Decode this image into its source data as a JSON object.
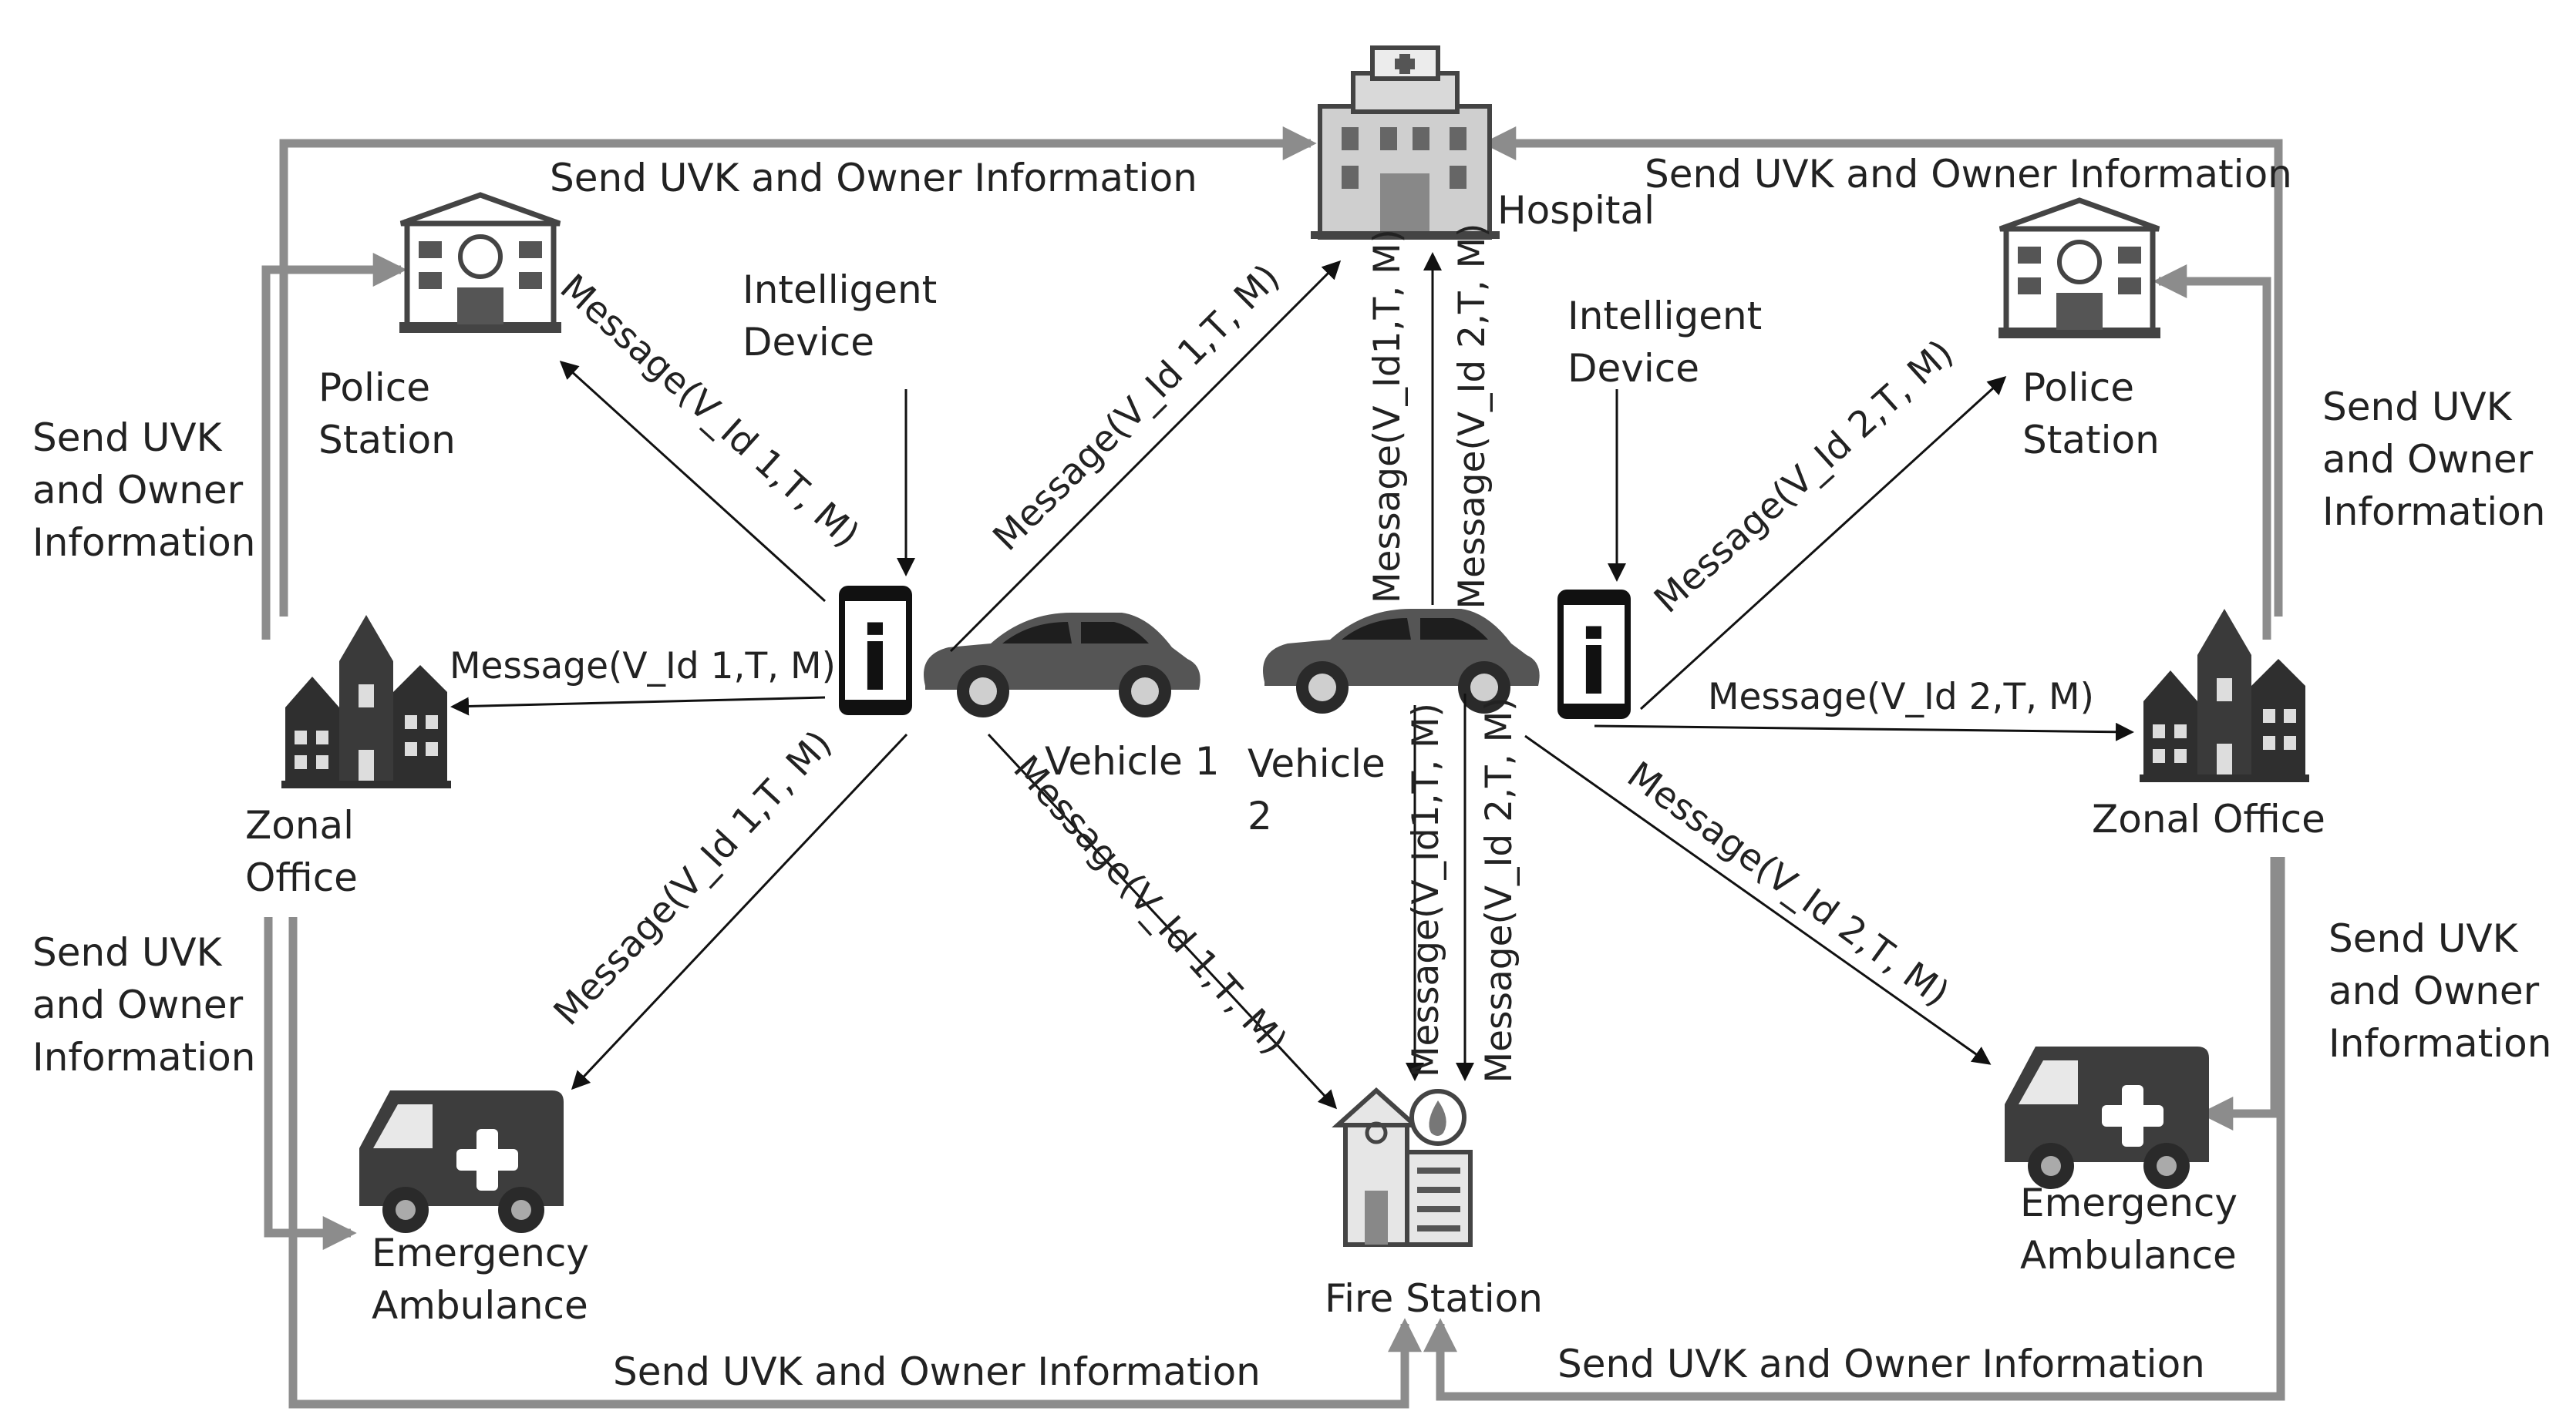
{
  "nodes": {
    "hospital": {
      "label": "Hospital",
      "icon": "hospital-icon"
    },
    "police_left": {
      "label_lines": [
        "Police",
        "Station"
      ],
      "icon": "police-station-icon"
    },
    "police_right": {
      "label_lines": [
        "Police",
        "Station"
      ],
      "icon": "police-station-icon"
    },
    "zonal_left": {
      "label_lines": [
        "Zonal",
        "Office"
      ],
      "icon": "zonal-office-icon"
    },
    "zonal_right": {
      "label": "Zonal Office",
      "icon": "zonal-office-icon"
    },
    "ambulance_left": {
      "label_lines": [
        "Emergency",
        "Ambulance"
      ],
      "icon": "ambulance-icon"
    },
    "ambulance_right": {
      "label_lines": [
        "Emergency",
        "Ambulance"
      ],
      "icon": "ambulance-icon"
    },
    "fire_station": {
      "label": "Fire Station",
      "icon": "fire-station-icon"
    },
    "vehicle1": {
      "label": "Vehicle 1",
      "icon": "car-icon"
    },
    "vehicle2": {
      "label_lines": [
        "Vehicle",
        "2"
      ],
      "icon": "car-icon"
    },
    "device_left": {
      "label_lines": [
        "Intelligent",
        "Device"
      ],
      "icon": "smartphone-icon",
      "glyph": "i"
    },
    "device_right": {
      "label_lines": [
        "Intelligent",
        "Device"
      ],
      "icon": "smartphone-icon",
      "glyph": "i"
    }
  },
  "messages": {
    "v1": "Message(V_Id 1,T, M)",
    "v2": "Message(V_Id 2,T, M)",
    "v1_hospital": "Message(V_Id 1,T, M)",
    "v1_fire": "Message(V_Id1,T, M)"
  },
  "info": {
    "single_line": "Send UVK and Owner Information",
    "stacked_lines": [
      "Send UVK",
      "and Owner",
      "Information"
    ]
  },
  "colors": {
    "info_path": "#8c8c8c",
    "message_arrow": "#111111",
    "icon_fill": "#3a3a3a"
  }
}
